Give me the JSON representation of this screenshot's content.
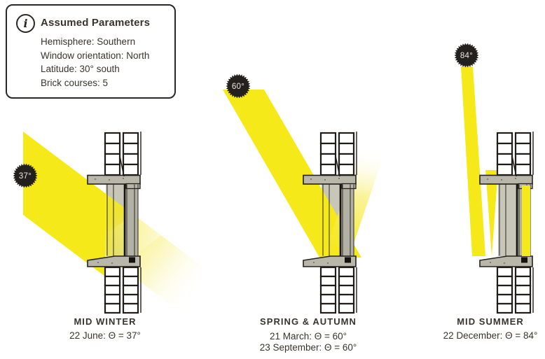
{
  "background": "#ffffff",
  "colors": {
    "beam_yellow": "#f5e91a",
    "beam_pale": "#faf4a6",
    "badge_bg": "#23201d",
    "badge_text": "#e9e7e4",
    "text": "#38342f",
    "frame_gray": "#b8b7aa",
    "brick_outline": "#1f1c19"
  },
  "info_panel": {
    "icon": "info-icon",
    "title": "Assumed Parameters",
    "lines": [
      "Hemisphere: Southern",
      "Window orientation: North",
      "Latitude: 30° south",
      "Brick courses: 5"
    ]
  },
  "panels": [
    {
      "id": "mid-winter",
      "badge": "37°",
      "sun_elevation_deg": 37,
      "title": "MID WINTER",
      "dates": [
        "22 June: Θ = 37°"
      ]
    },
    {
      "id": "spring-autumn",
      "badge": "60°",
      "sun_elevation_deg": 60,
      "title": "SPRING & AUTUMN",
      "dates": [
        "21 March: Θ  = 60°",
        "23 September: Θ  = 60°"
      ]
    },
    {
      "id": "mid-summer",
      "badge": "84°",
      "sun_elevation_deg": 84,
      "title": "MID SUMMER",
      "dates": [
        "22 December: Θ  = 84°"
      ]
    }
  ]
}
